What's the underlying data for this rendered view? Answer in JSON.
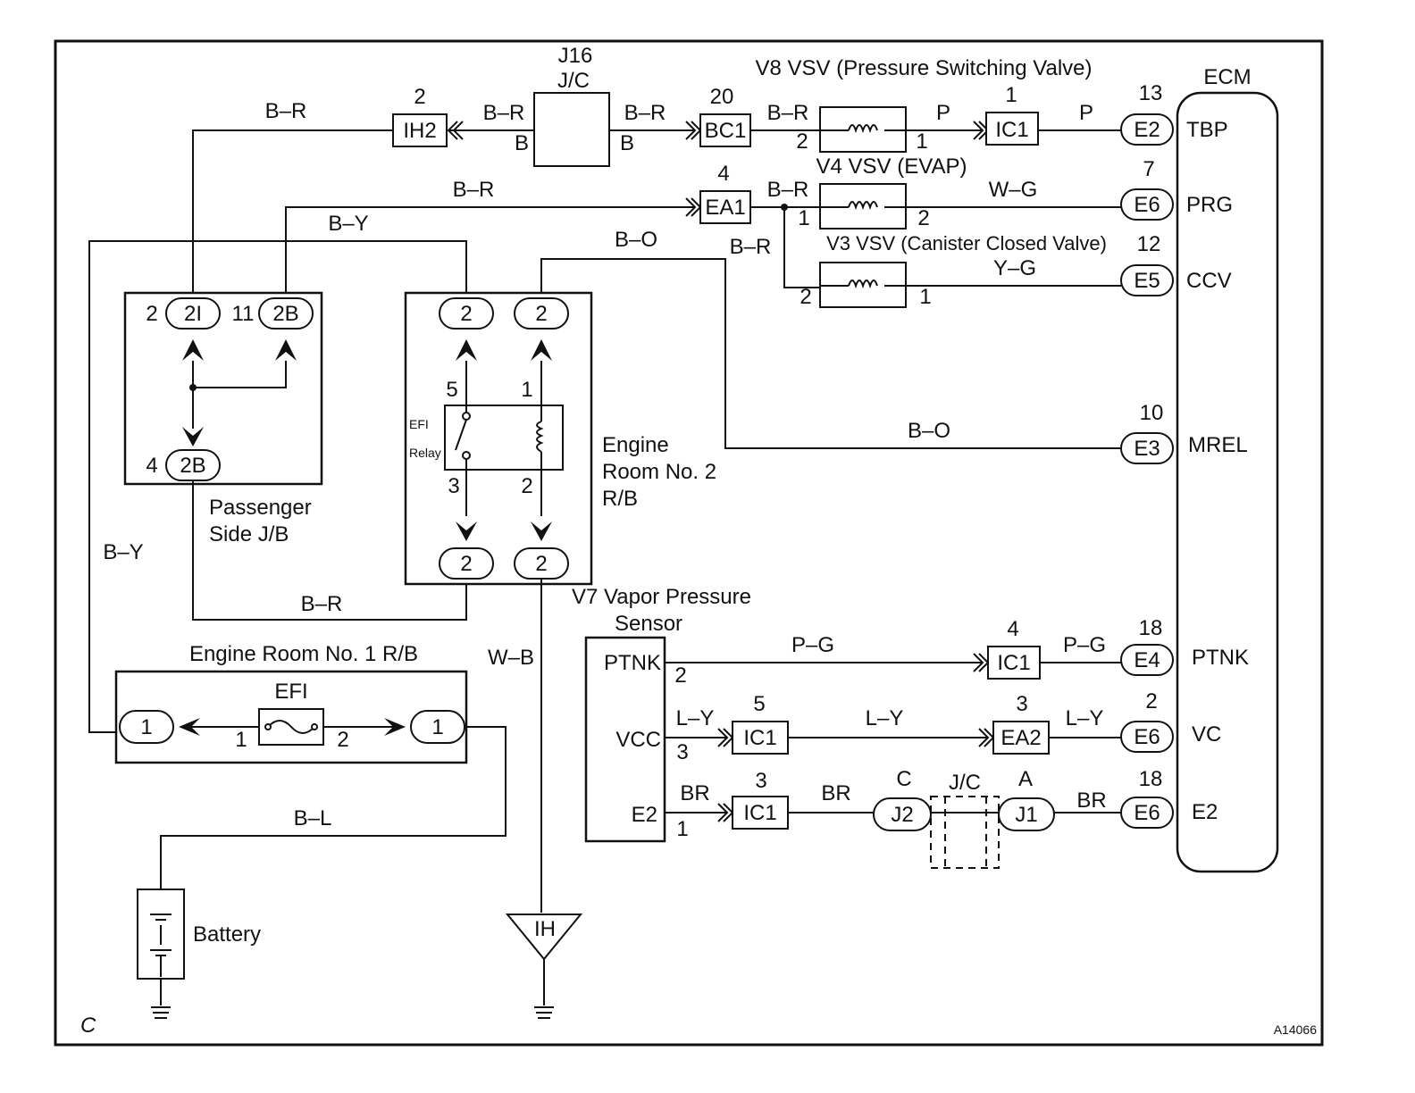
{
  "corner_letter": "C",
  "figure_id": "A14066",
  "ecm": {
    "title": "ECM",
    "pins": [
      {
        "num": "13",
        "conn": "E2",
        "name": "TBP"
      },
      {
        "num": "7",
        "conn": "E6",
        "name": "PRG"
      },
      {
        "num": "12",
        "conn": "E5",
        "name": "CCV"
      },
      {
        "num": "10",
        "conn": "E3",
        "name": "MREL"
      },
      {
        "num": "18",
        "conn": "E4",
        "name": "PTNK"
      },
      {
        "num": "2",
        "conn": "E6",
        "name": "VC"
      },
      {
        "num": "18",
        "conn": "E6",
        "name": "E2"
      }
    ]
  },
  "components": {
    "v8": "V8 VSV (Pressure Switching Valve)",
    "v4": "V4 VSV (EVAP)",
    "v3": "V3 VSV (Canister Closed Valve)",
    "j16_id": "J16",
    "j16_type": "J/C",
    "v7_line1": "V7  Vapor Pressure",
    "v7_line2": "Sensor",
    "passenger_line1": "Passenger",
    "passenger_line2": "Side J/B",
    "er2_line1": "Engine",
    "er2_line2": "Room No. 2",
    "er2_line3": "R/B",
    "er1": "Engine Room No. 1 R/B",
    "efi_fuse": "EFI",
    "relay_top": "EFI",
    "relay_bottom": "Relay",
    "battery": "Battery",
    "ground_ih": "IH",
    "jc_bottom": "J/C",
    "sensor_pins": [
      "PTNK",
      "VCC",
      "E2"
    ]
  },
  "connectors": {
    "ih2": "IH2",
    "bc1": "BC1",
    "ic1": "IC1",
    "ea1": "EA1",
    "ea2": "EA2",
    "two_i": "2I",
    "two_b": "2B",
    "two": "2",
    "one": "1",
    "e2": "E2",
    "e6": "E6",
    "e5": "E5",
    "e3": "E3",
    "e4": "E4",
    "j1": "J1",
    "j2": "J2"
  },
  "wire_colors": {
    "br_r": "B–R",
    "b": "B",
    "b_y": "B–Y",
    "b_o": "B–O",
    "p": "P",
    "w_g": "W–G",
    "y_g": "Y–G",
    "w_b": "W–B",
    "b_l": "B–L",
    "p_g": "P–G",
    "l_y": "L–Y",
    "br": "BR"
  },
  "pin_labels": {
    "n1": "1",
    "n2": "2",
    "n3": "3",
    "n4": "4",
    "n5": "5",
    "n11": "11",
    "n20": "20",
    "la": "A",
    "lc": "C"
  }
}
